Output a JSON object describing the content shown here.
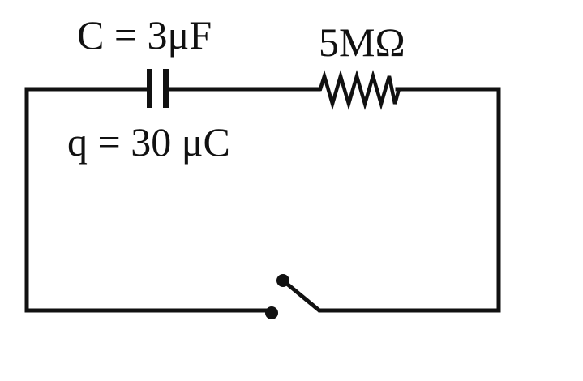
{
  "diagram": {
    "type": "RC circuit",
    "components": {
      "capacitor": {
        "label": "C = 3μF",
        "charge_label": "q = 30 μC"
      },
      "resistor": {
        "label": "5MΩ"
      },
      "switch": {
        "state": "open"
      }
    },
    "colors": {
      "wire": "#111111",
      "text": "#111111",
      "background": "#ffffff"
    }
  }
}
